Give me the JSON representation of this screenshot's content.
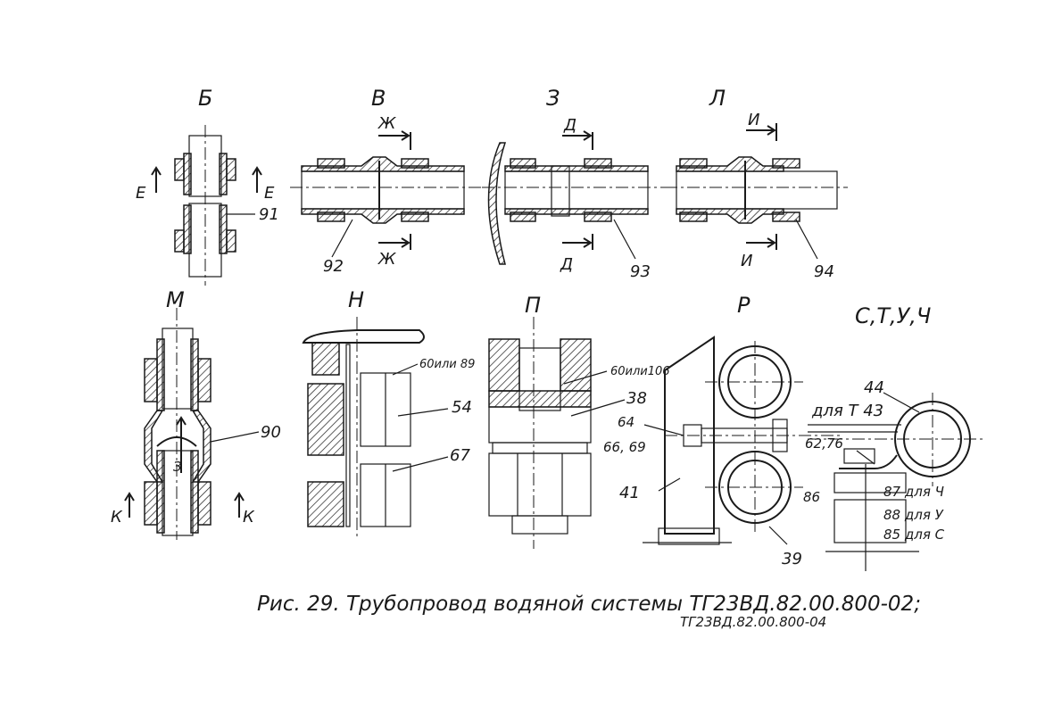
{
  "views": {
    "b": "Б",
    "v": "В",
    "z": "З",
    "l": "Л",
    "m": "М",
    "n": "Н",
    "p": "П",
    "r": "Р",
    "stuch": "С,Т,У,Ч"
  },
  "sections": {
    "e_left": "Е",
    "e_right": "Е",
    "zh_top": "Ж",
    "zh_bottom": "Ж",
    "d_top": "Д",
    "d_bottom": "Д",
    "i_top": "И",
    "i_bottom": "И",
    "k_left": "К",
    "k_right": "К",
    "z_inner": "З"
  },
  "callouts": {
    "n91": "91",
    "n92": "92",
    "n93": "93",
    "n94": "94",
    "n90": "90",
    "n60_89": "60или 89",
    "n54": "54",
    "n67": "67",
    "n60_106": "60или106",
    "n38": "38",
    "n64": "64",
    "n66_69": "66, 69",
    "n41": "41",
    "n39": "39",
    "n44": "44",
    "n_for_t43": "для Т 43",
    "n62_76": "62,76",
    "n86": "86",
    "n87": "87 для Ч",
    "n88": "88 для У",
    "n85": "85 для С"
  },
  "caption": {
    "line1": "Рис. 29. Трубопровод  водяной  системы ТГ23ВД.82.00.800-02;",
    "line2": "ТГ23ВД.82.00.800-04"
  }
}
